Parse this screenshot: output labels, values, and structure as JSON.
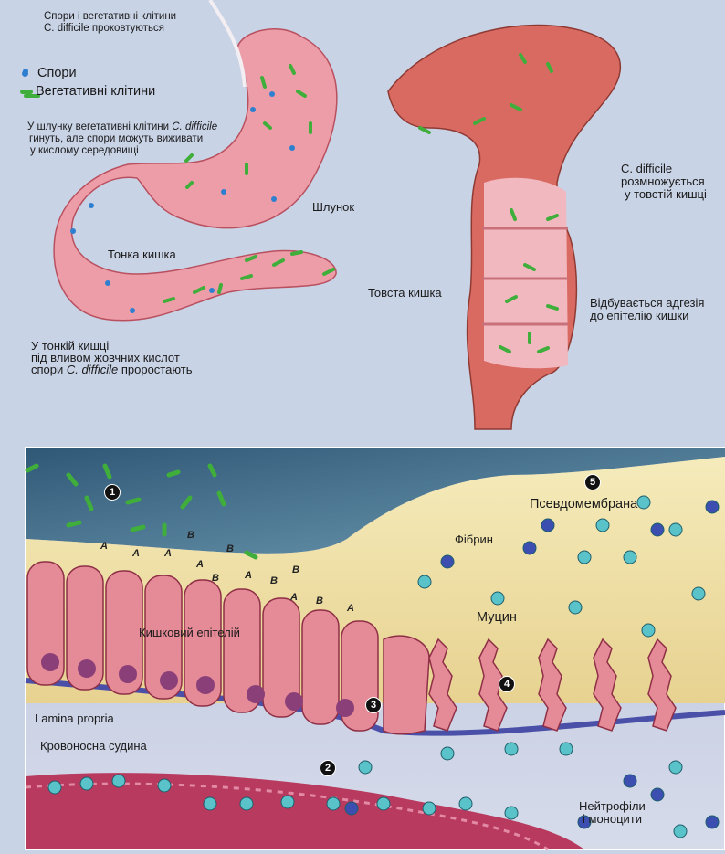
{
  "top": {
    "ingest_note": [
      "Спори і вегетативні клітини",
      "C. difficile проковтуються"
    ],
    "legend": {
      "spores": "Спори",
      "vegetative": "Вегетативні клітини"
    },
    "stomach_note": [
      "У шлунку вегетативні клітини ",
      "C. difficile",
      "гинуть, але спори можуть виживати",
      "у кислому середовищі"
    ],
    "stomach": "Шлунок",
    "small_intestine": "Тонка кишка",
    "small_intestine_note": [
      "У тонкій кишці",
      "під вливом жовчних кислот",
      "спори ",
      "C. difficile",
      " проростають"
    ],
    "large_intestine": "Товста кишка",
    "colon_note": [
      "C. difficile",
      "розмножується",
      "у товстій кишці"
    ],
    "adhesion_note": [
      "Відбувається адгезія",
      "до епітелію кишки"
    ]
  },
  "bottom": {
    "pseudomembrane": "Псевдомембрана",
    "fibrin": "Фібрин",
    "mucin": "Муцин",
    "epithelium": "Кишковий епітелій",
    "lamina_propria": "Lamina propria",
    "blood_vessel": "Кровоносна судина",
    "neutrophils": [
      "Нейтрофіли",
      "і моноцити"
    ],
    "markers": [
      "1",
      "2",
      "3",
      "4",
      "5"
    ],
    "toxin_a": "A",
    "toxin_b": "B"
  },
  "colors": {
    "background": "#c9d3e6",
    "spore": "#2f7fd0",
    "vegetative": "#3fae3a",
    "tissue": "#e89aa4",
    "pseudomembrane": "#efe0a6"
  }
}
